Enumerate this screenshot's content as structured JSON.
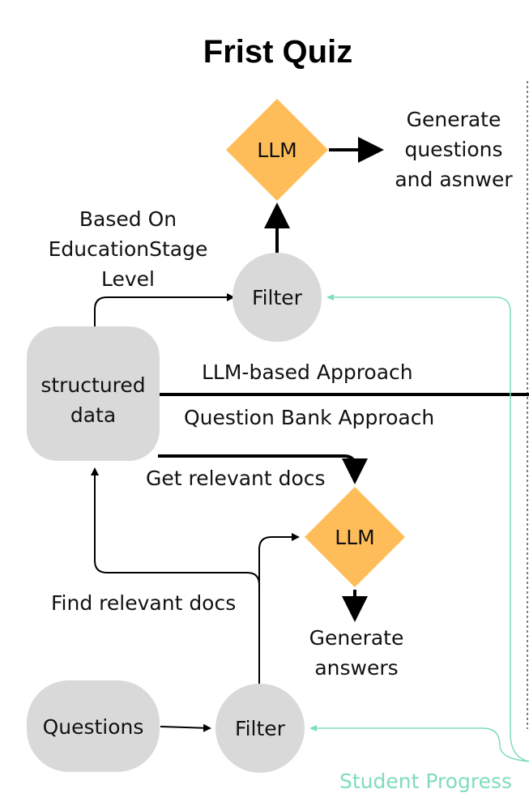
{
  "title": "Frist Quiz",
  "nodes": {
    "structured_data": {
      "line1": "structured",
      "line2": "data"
    },
    "filter_top": "Filter",
    "llm_top": "LLM",
    "llm_bottom": "LLM",
    "filter_bottom": "Filter",
    "questions": "Questions"
  },
  "labels": {
    "generate_questions": [
      "Generate",
      "questions",
      "and asnwer"
    ],
    "based_on": [
      "Based On",
      "EducationStage",
      "Level"
    ],
    "llm_approach": "LLM-based Approach",
    "bank_approach": "Question Bank Approach",
    "get_relevant_docs": "Get relevant docs",
    "find_relevant_docs": "Find relevant docs",
    "generate_answers": [
      "Generate",
      "answers"
    ],
    "student_progress": "Student Progress"
  },
  "colors": {
    "node_fill": "#d9d9d9",
    "llm_fill": "#ffbd59",
    "progress": "#7fdcbd",
    "line": "#000000"
  }
}
